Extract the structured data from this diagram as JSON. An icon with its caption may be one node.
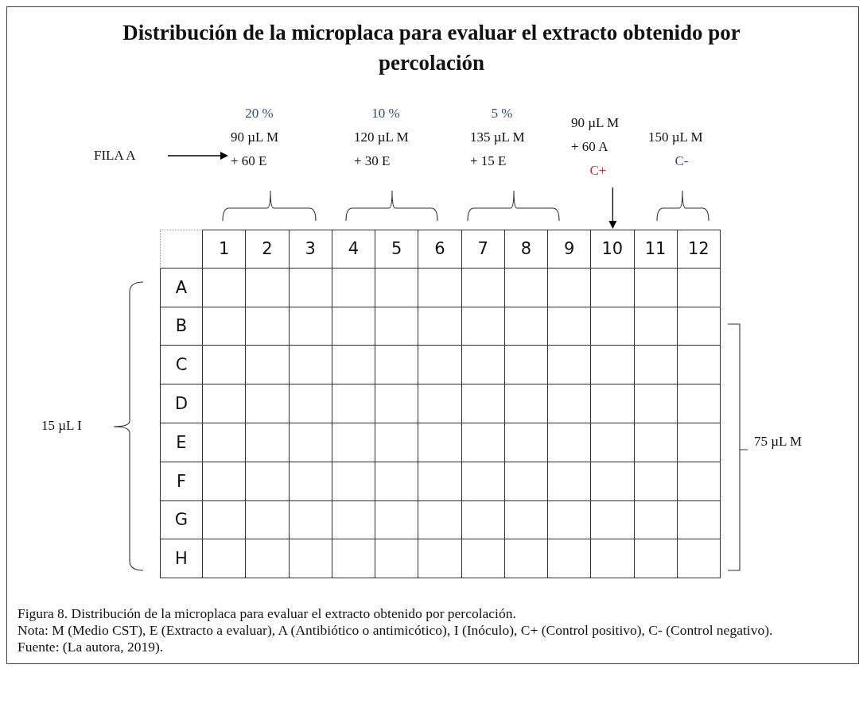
{
  "diagram": {
    "title": "Distribución de la microplaca para evaluar el extracto obtenido por percolación",
    "caption": "Figura 8. Distribución de la microplaca para evaluar el extracto obtenido por percolación.",
    "nodes": [
      {
        "text": [
          "FILA A"
        ]
      },
      {
        "text": [
          "20 %",
          "90 µL M + 60 E"
        ]
      },
      {
        "text": [
          "10 %",
          "120 µL M + 30 E"
        ]
      },
      {
        "text": [
          "5 %",
          "135 µL M + 15 E"
        ]
      },
      {
        "text": [
          "90 µL M + 60 A",
          "C+"
        ]
      },
      {
        "text": [
          "150 µL M",
          "C-"
        ]
      },
      {
        "text": [
          "10"
        ]
      }
    ],
    "edges": [
      {
        "from": 0,
        "to": 1,
        "arrow": "to"
      },
      {
        "from": 4,
        "to": 6,
        "arrow": "to"
      }
    ],
    "labels": [
      "1",
      "2",
      "3",
      "4",
      "5",
      "6",
      "7",
      "8",
      "9",
      "11",
      "12",
      "A",
      "B",
      "C",
      "D",
      "E",
      "F",
      "G",
      "H",
      "15 µL I",
      "75 µL M",
      "Nota: M (Medio CST), E (Extracto a evaluar), A (Antibiótico o antimicótico), I (Inóculo), C+ (Control positivo), C- (Control negativo).",
      "Fuente: (La autora, 2019)."
    ]
  }
}
